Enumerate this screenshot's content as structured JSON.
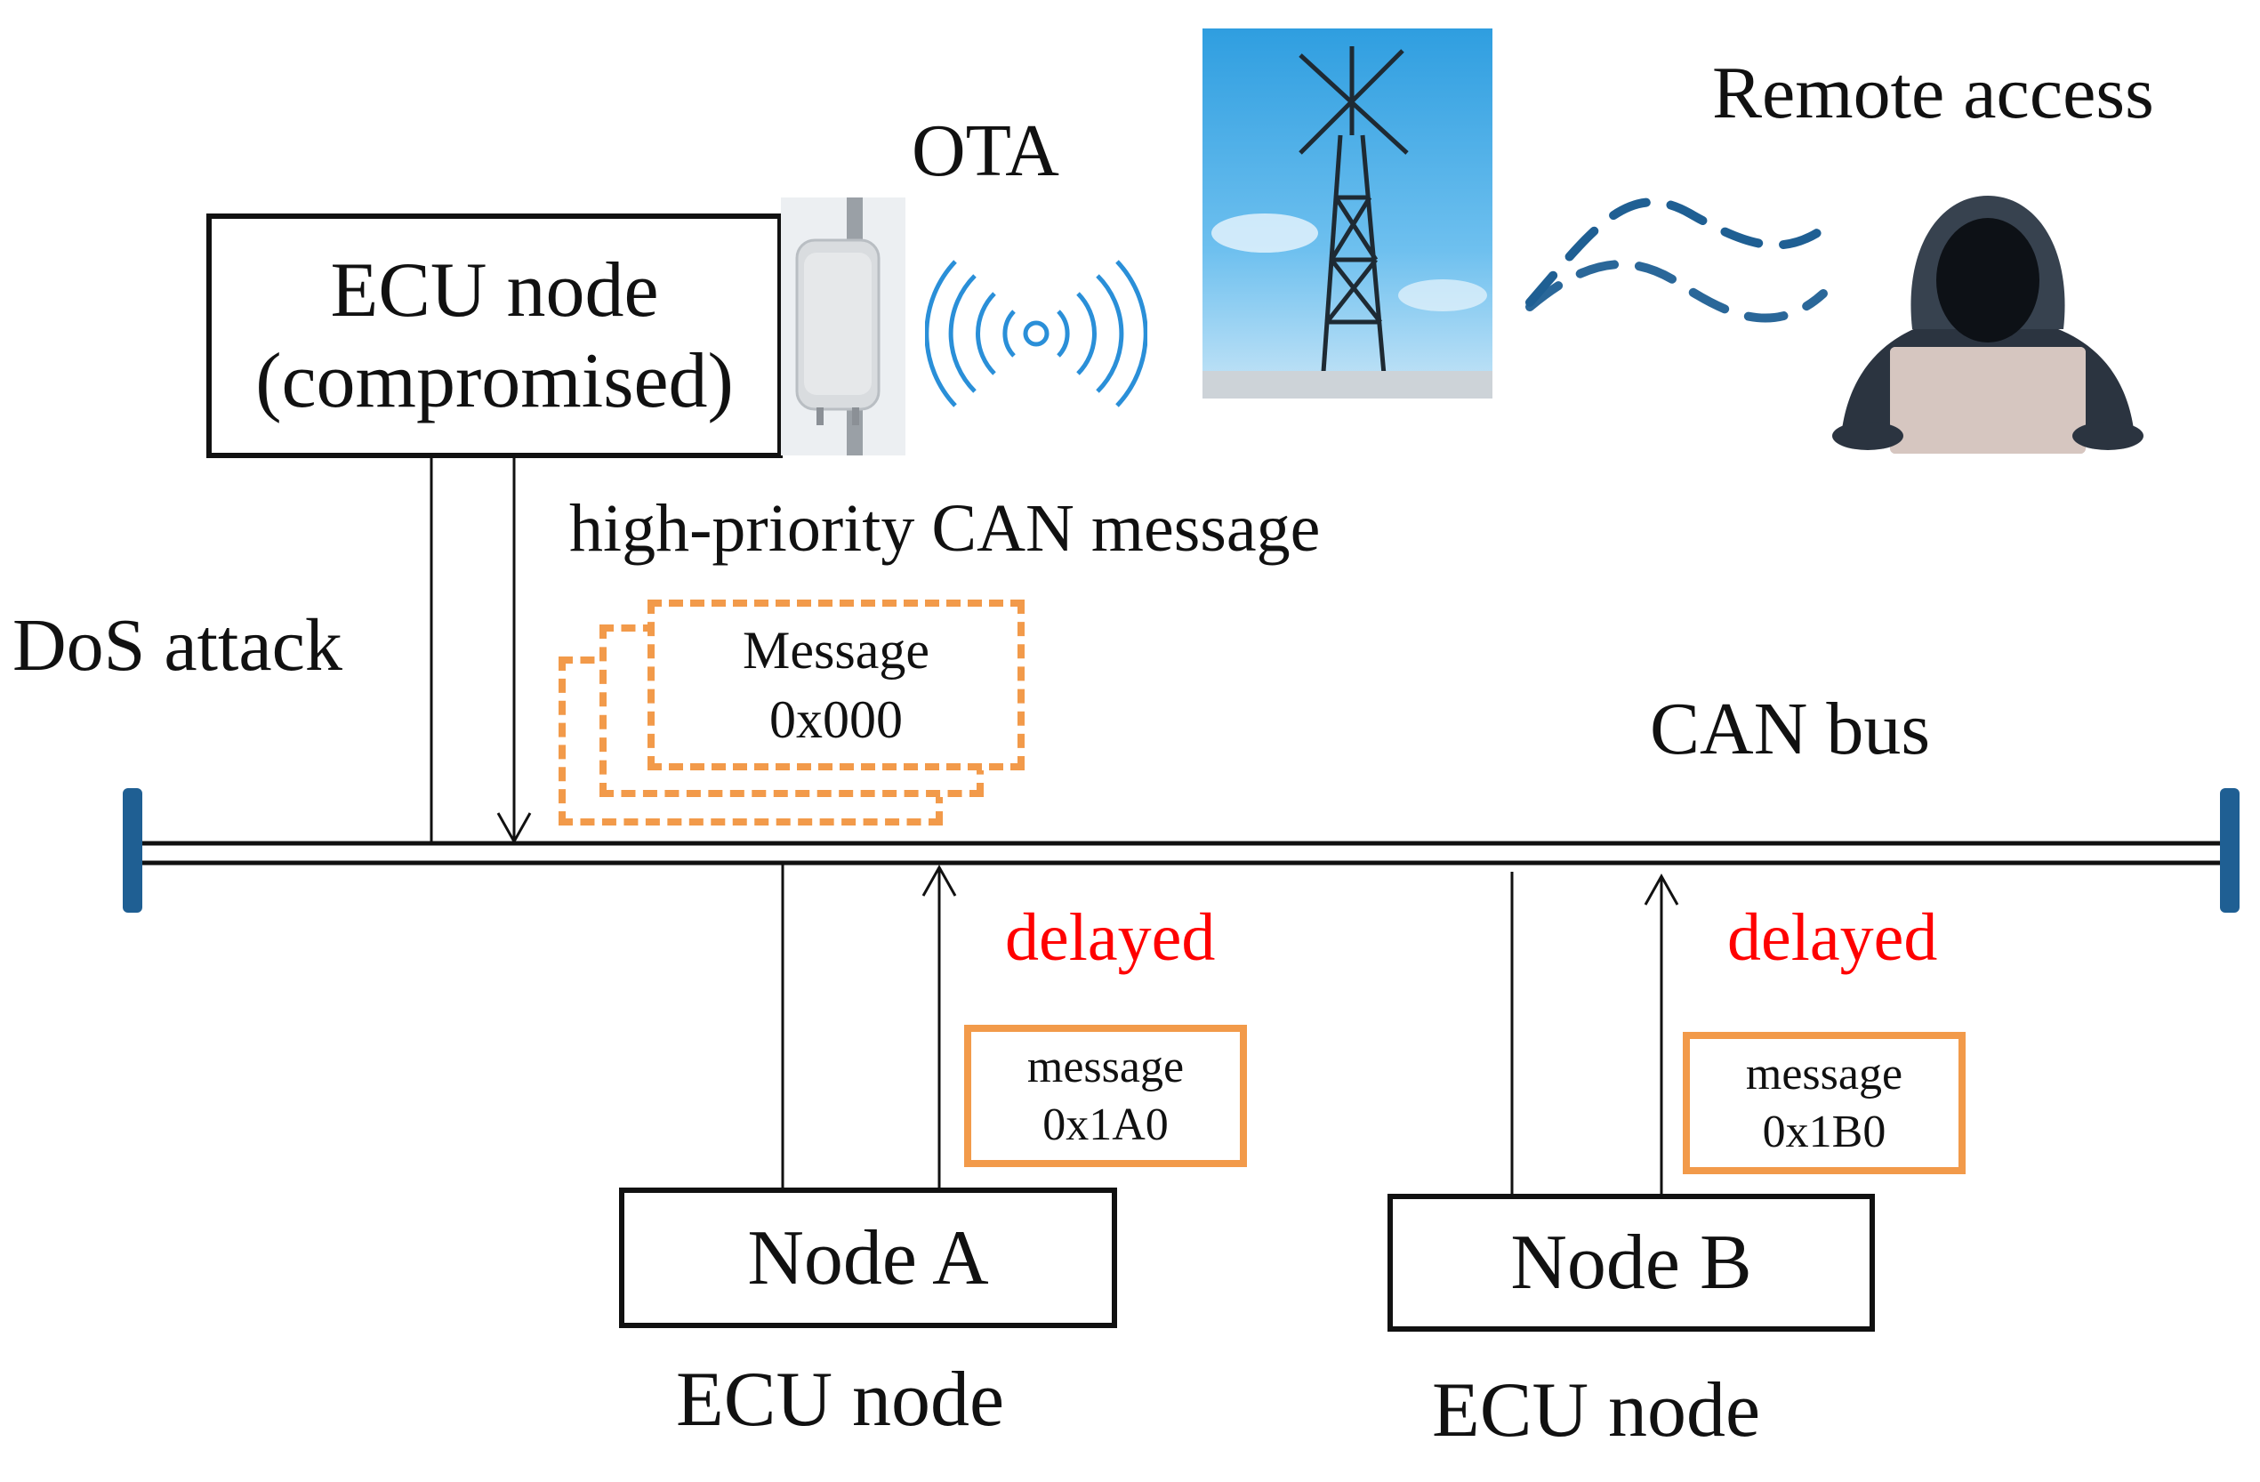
{
  "labels": {
    "ota": "OTA",
    "remote_access": "Remote access",
    "dos_attack": "DoS  attack",
    "high_priority": "high-priority  CAN message",
    "can_bus": "CAN bus",
    "delayed_a": "delayed",
    "delayed_b": "delayed"
  },
  "compromised_node": {
    "line1": "ECU node",
    "line2": "(compromised)"
  },
  "attack_message": {
    "line1": "Message",
    "line2": "0x000"
  },
  "node_a": {
    "name": "Node A",
    "caption": "ECU node",
    "message_line1": "message",
    "message_line2": "0x1A0"
  },
  "node_b": {
    "name": "Node B",
    "caption": "ECU node",
    "message_line1": "message",
    "message_line2": "0x1B0"
  },
  "colors": {
    "bus_terminator": "#1f5f93",
    "attack_orange": "#f29a4a",
    "delayed_red": "#ff0000",
    "wifi_blue": "#2a8fd8"
  },
  "icons": {
    "device": "outdoor-antenna-device-icon",
    "signal": "wireless-signal-icon",
    "tower": "cell-tower-icon",
    "link": "wireless-link-icon",
    "attacker": "hooded-hacker-icon"
  }
}
